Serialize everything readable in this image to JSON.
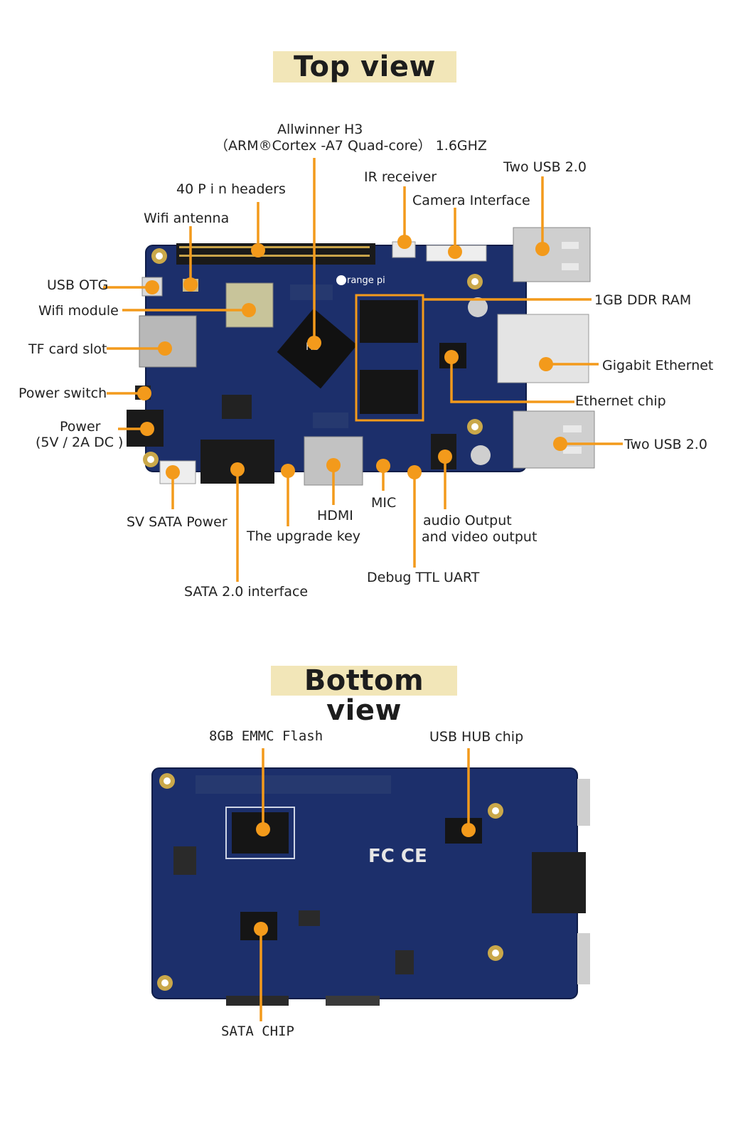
{
  "titles": {
    "top": "Top view",
    "bottom": "Bottom view"
  },
  "colors": {
    "accent": "#f39a1b",
    "pcb": "#1c2f6b",
    "banner": "#f2e6b8"
  },
  "top_labels": {
    "allwinner_line1": "Allwinner H3",
    "allwinner_line2": "（ARM®Cortex   -A7 Quad-core） 1.6GHZ",
    "pin_headers": "40 P i n headers",
    "ir_receiver": "IR receiver",
    "usb_top": "Two USB 2.0",
    "camera": "Camera Interface",
    "wifi_antenna": "Wifi antenna",
    "usb_otg": "USB OTG",
    "wifi_module": "Wifi module",
    "ddr": "1GB DDR RAM",
    "tf_card": "TF card slot",
    "ethernet": "Gigabit Ethernet",
    "power_switch": "Power switch",
    "ethernet_chip": "Ethernet chip",
    "power_line1": "Power",
    "power_line2": "(5V / 2A DC )",
    "usb_bottom": "Two USB 2.0",
    "mic": "MIC",
    "sata_power": "SV SATA Power",
    "hdmi": "HDMI",
    "upgrade_key": "The upgrade key",
    "audio_line1": "audio Output",
    "audio_line2": "and video output",
    "debug_uart": "Debug TTL UART",
    "sata_interface": "SATA 2.0 interface"
  },
  "board_text": {
    "logo": "range pi",
    "chip": "H3"
  },
  "bottom_labels": {
    "emmc": "8GB  EMMC  Flash",
    "usb_hub": "USB HUB chip",
    "sata_chip": "SATA  CHIP"
  }
}
